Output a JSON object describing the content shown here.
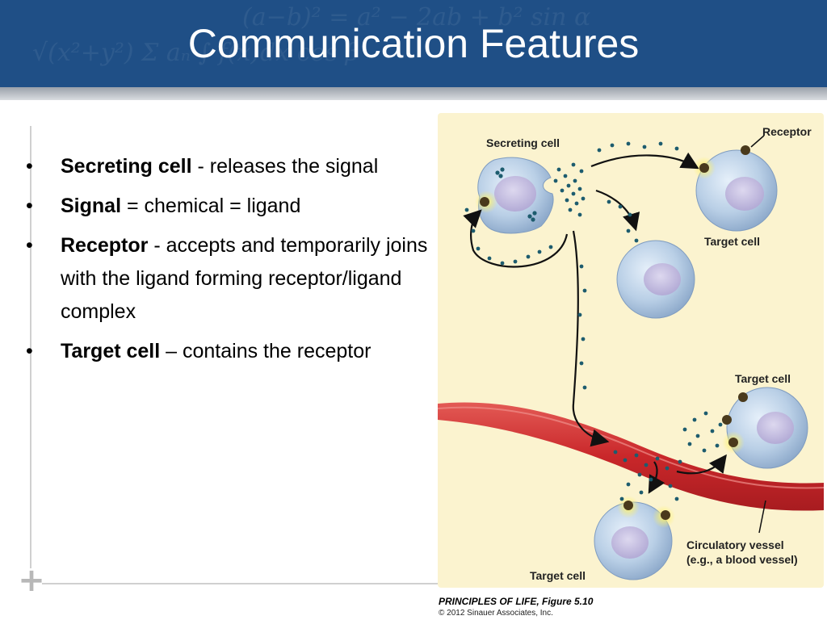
{
  "slide": {
    "title": "Communication Features",
    "background_formula": "(a−b)² = a² − 2ab + b²   sin α",
    "background_formula_2": "√(x²+y²)  Σ aₙ   ∫ f(x)dx   cos β"
  },
  "bullets": [
    {
      "term": "Secreting cell",
      "text": " - releases the signal"
    },
    {
      "term": "Signal",
      "text": " = chemical = ligand"
    },
    {
      "term": "Receptor",
      "text": " - accepts and temporarily joins with the ligand forming receptor/ligand complex"
    },
    {
      "term": "Target cell",
      "text": " – contains the receptor"
    }
  ],
  "figure": {
    "labels": {
      "secreting_cell": "Secreting cell",
      "receptor": "Receptor",
      "target_cell_1": "Target cell",
      "target_cell_2": "Target cell",
      "target_cell_3": "Target cell",
      "vessel_line1": "Circulatory vessel",
      "vessel_line2": "(e.g., a blood vessel)"
    },
    "colors": {
      "background": "#fbf3cf",
      "cell": "#b9cfe6",
      "nucleus": "#c2bce0",
      "receptor": "#4a3a1c",
      "ligand": "#1d5c6e",
      "vessel": "#c9272a"
    }
  },
  "credit": {
    "title": "PRINCIPLES OF LIFE, Figure 5.10",
    "copyright": "© 2012 Sinauer Associates, Inc."
  }
}
